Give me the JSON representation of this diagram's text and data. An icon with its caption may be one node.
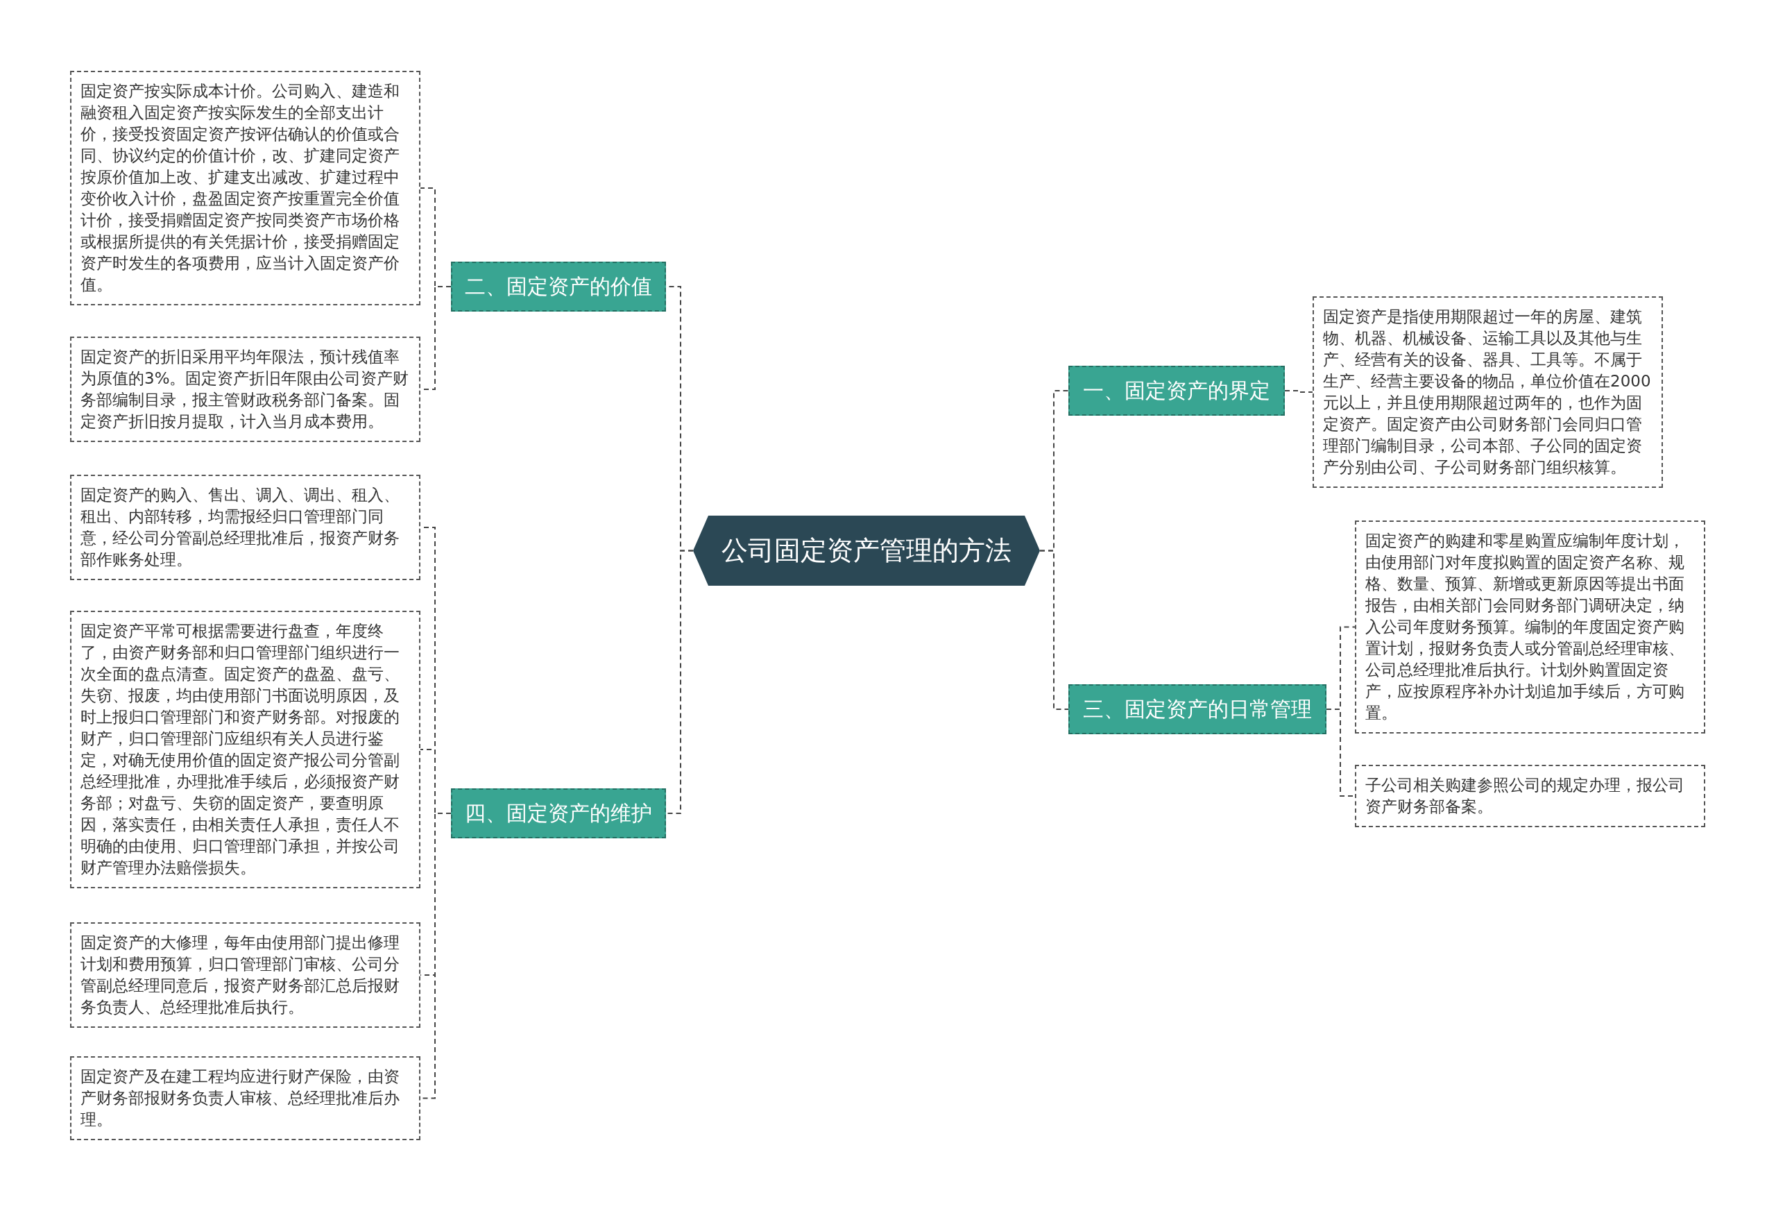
{
  "diagram": {
    "nodes": [
      {
        "text": [
          "公司固定资产管理的方法"
        ]
      },
      {
        "text": [
          "一、固定资产的界定"
        ]
      },
      {
        "text": [
          "固定资产是指使用期限超过一年的房屋、建筑物、机器、机械设备、运输工具以及其他与生产、经营有关的设备、器具、工具等。不属于生产、经营主要设备的物品，单位价值在2000元以上，并且使用期限超过两年的，也作为固定资产。固定资产由公司财务部门会同归口管理部门编制目录，公司本部、子公同的固定资产分别由公司、子公司财务部门组织核算。"
        ]
      },
      {
        "text": [
          "三、固定资产的日常管理"
        ]
      },
      {
        "text": [
          "固定资产的购建和零星购置应编制年度计划，由使用部门对年度拟购置的固定资产名称、规格、数量、预算、新增或更新原因等提出书面报告，由相关部门会同财务部门调研决定，纳入公司年度财务预算。编制的年度固定资产购置计划，报财务负责人或分管副总经理审核、公司总经理批准后执行。计划外购置固定资产，应按原程序补办计划追加手续后，方可购置。"
        ]
      },
      {
        "text": [
          "子公司相关购建参照公司的规定办理，报公司资产财务部备案。"
        ]
      },
      {
        "text": [
          "二、固定资产的价值"
        ]
      },
      {
        "text": [
          "固定资产按实际成本计价。公司购入、建造和融资租入固定资产按实际发生的全部支出计价，接受投资固定资产按评估确认的价值或合同、协议约定的价值计价，改、扩建同定资产按原价值加上改、扩建支出减改、扩建过程中变价收入计价，盘盈固定资产按重置完全价值计价，接受捐赠固定资产按同类资产市场价格或根据所提供的有关凭据计价，接受捐赠固定资产时发生的各项费用，应当计入固定资产价值。"
        ]
      },
      {
        "text": [
          "固定资产的折旧采用平均年限法，预计残值率为原值的3%。固定资产折旧年限由公司资产财务部编制目录，报主管财政税务部门备案。固定资产折旧按月提取，计入当月成本费用。"
        ]
      },
      {
        "text": [
          "四、固定资产的维护"
        ]
      },
      {
        "text": [
          "固定资产的购入、售出、调入、调出、租入、租出、内部转移，均需报经归口管理部门同意，经公司分管副总经理批准后，报资产财务部作账务处理。"
        ]
      },
      {
        "text": [
          "固定资产平常可根据需要进行盘查，年度终了，由资产财务部和归口管理部门组织进行一次全面的盘点清查。固定资产的盘盈、盘亏、失窃、报废，均由使用部门书面说明原因，及时上报归口管理部门和资产财务部。对报废的财产，归口管理部门应组织有关人员进行鉴定，对确无使用价值的固定资产报公司分管副总经理批准，办理批准手续后，必须报资产财务部；对盘亏、失窃的固定资产，要查明原因，落实责任，由相关责任人承担，责任人不明确的由使用、归口管理部门承担，并按公司财产管理办法赔偿损失。"
        ]
      },
      {
        "text": [
          "固定资产的大修理，每年由使用部门提出修理计划和费用预算，归口管理部门审核、公司分管副总经理同意后，报资产财务部汇总后报财务负责人、总经理批准后执行。"
        ]
      },
      {
        "text": [
          "固定资产及在建工程均应进行财产保险，由资产财务部报财务负责人审核、总经理批准后办理。"
        ]
      }
    ],
    "edges": [
      {
        "from": 0,
        "to": 1,
        "arrow": "none"
      },
      {
        "from": 1,
        "to": 2,
        "arrow": "none"
      },
      {
        "from": 0,
        "to": 3,
        "arrow": "none"
      },
      {
        "from": 3,
        "to": 4,
        "arrow": "none"
      },
      {
        "from": 3,
        "to": 5,
        "arrow": "none"
      },
      {
        "from": 0,
        "to": 6,
        "arrow": "none"
      },
      {
        "from": 6,
        "to": 7,
        "arrow": "none"
      },
      {
        "from": 6,
        "to": 8,
        "arrow": "none"
      },
      {
        "from": 0,
        "to": 9,
        "arrow": "none"
      },
      {
        "from": 9,
        "to": 10,
        "arrow": "none"
      },
      {
        "from": 9,
        "to": 11,
        "arrow": "none"
      },
      {
        "from": 9,
        "to": 12,
        "arrow": "none"
      },
      {
        "from": 9,
        "to": 13,
        "arrow": "none"
      }
    ]
  }
}
